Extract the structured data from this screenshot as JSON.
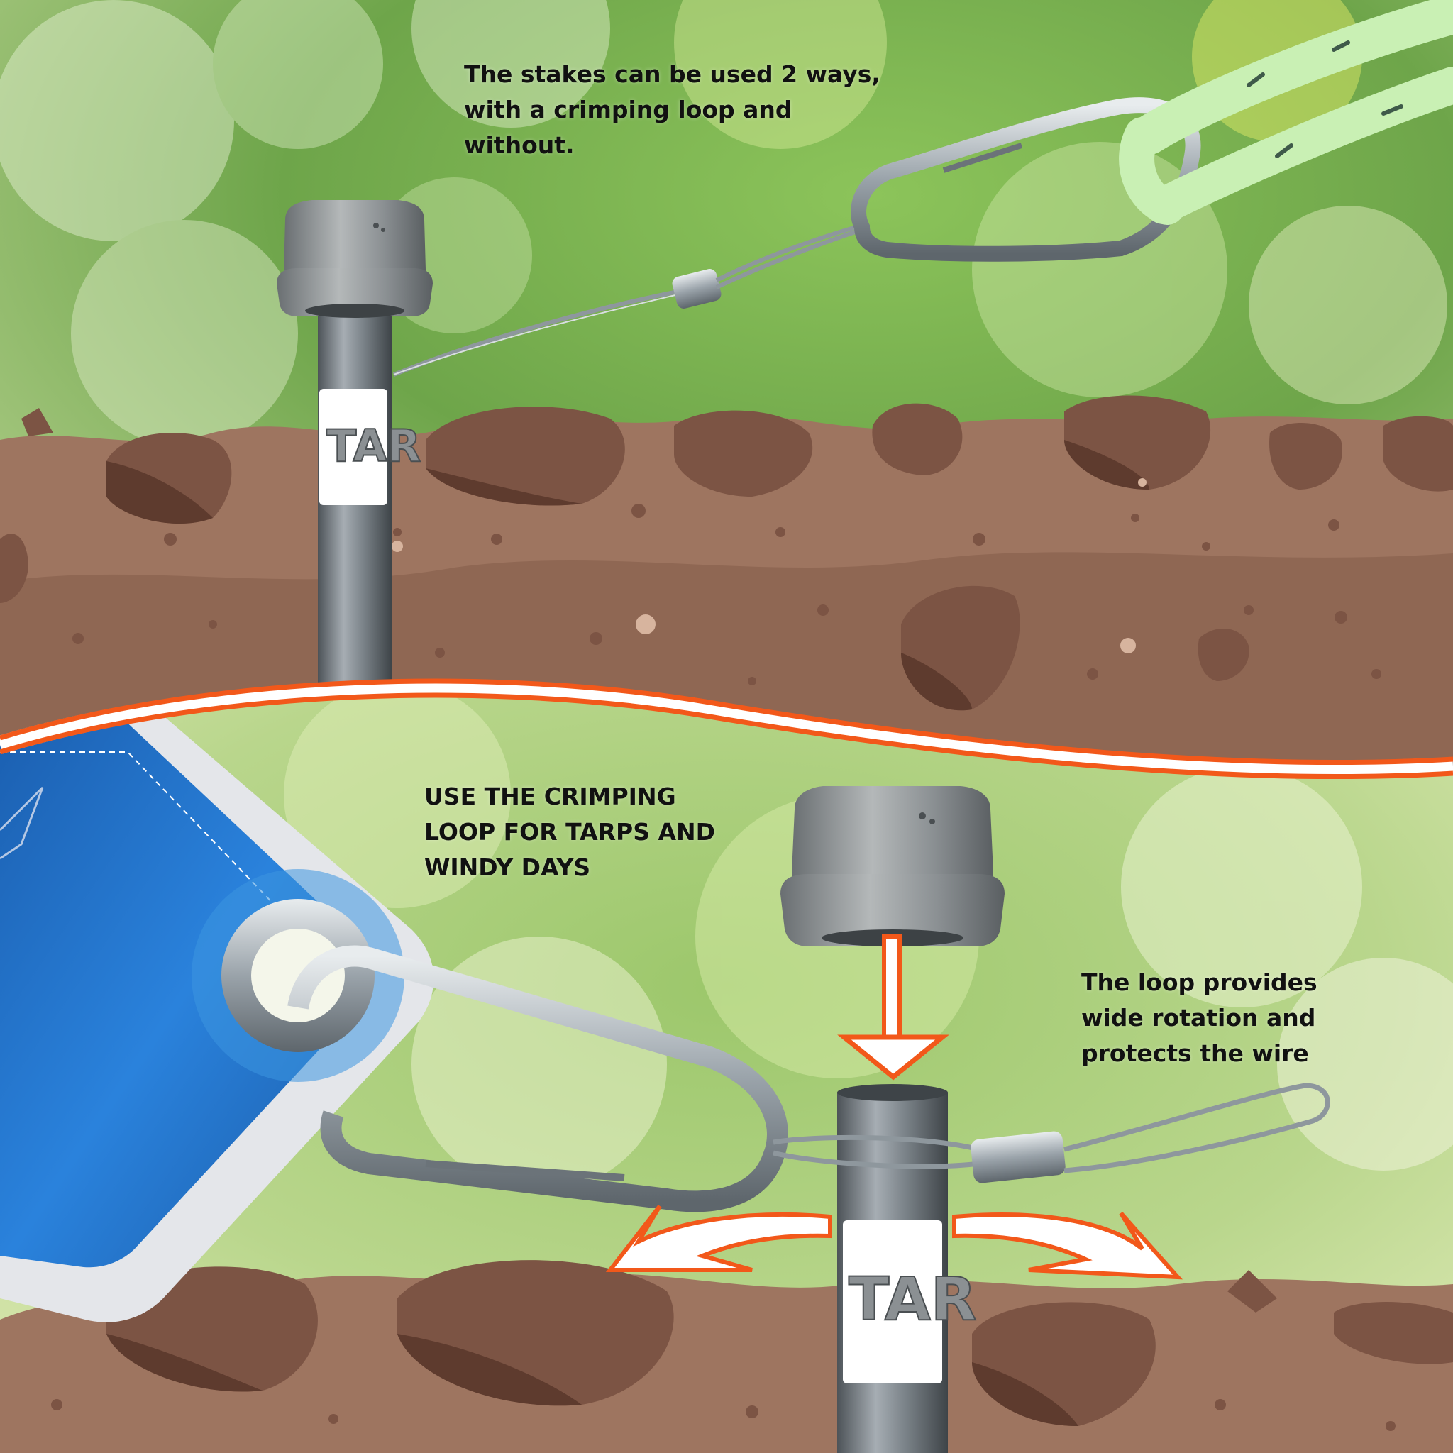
{
  "captions": {
    "top": {
      "lines": [
        "The stakes can be used 2 ways,",
        "with a crimping loop and",
        "without."
      ]
    },
    "middle": {
      "lines": [
        "USE THE CRIMPING",
        "LOOP FOR TARPS AND",
        "WINDY DAYS"
      ]
    },
    "right": {
      "lines": [
        "The loop provides",
        "wide rotation and",
        "protects the wire"
      ]
    }
  },
  "stake_labels": {
    "upper": "TAR",
    "lower": "TAR"
  },
  "colors": {
    "accent_orange": "#f2581a",
    "soil": "#9b7259",
    "soil_dark": "#6e4a38",
    "rock": "#7c5444",
    "tarp_blue": "#1f6fc8",
    "tarp_hem": "#e4e6ea",
    "steel": "#9aa3aa",
    "rope_green": "#c9f0b4"
  },
  "icons": {
    "arrow_down": "arrow-down-icon",
    "rotation_left": "rotate-left-arrow-icon",
    "rotation_right": "rotate-right-arrow-icon"
  }
}
